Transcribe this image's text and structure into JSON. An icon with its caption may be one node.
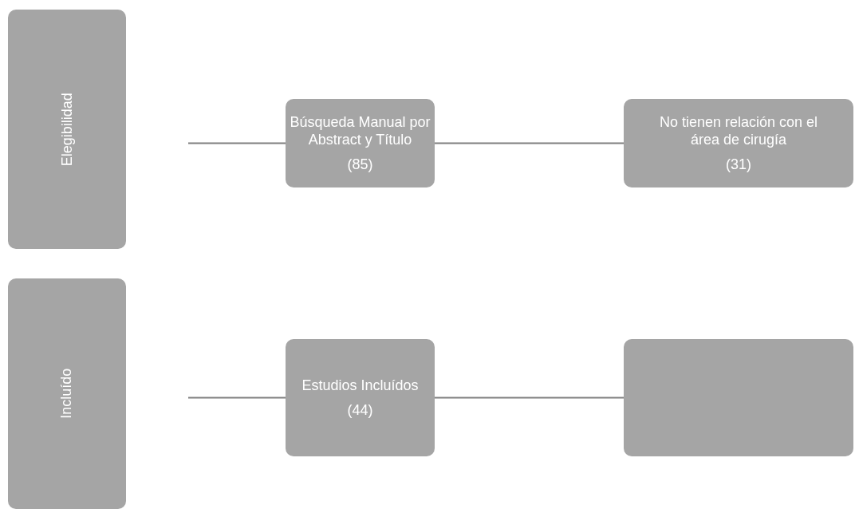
{
  "diagram": {
    "nodes": [
      {
        "text": [
          "Elegibilidad"
        ]
      },
      {
        "text": [
          "Búsqueda Manual por Abstract y Título",
          "(85)"
        ]
      },
      {
        "text": [
          "No tienen relación con el área de cirugía",
          "(31)"
        ]
      },
      {
        "text": [
          "Incluído"
        ]
      },
      {
        "text": [
          "Estudios Incluídos",
          "(44)"
        ]
      },
      {
        "text": [],
        "shape": "box"
      }
    ],
    "edges": [
      {
        "from": null,
        "to": 1,
        "arrow": "none"
      },
      {
        "from": 1,
        "to": 2,
        "arrow": "none"
      },
      {
        "from": null,
        "to": 4,
        "arrow": "none"
      },
      {
        "from": 4,
        "to": 5,
        "arrow": "none"
      }
    ]
  }
}
